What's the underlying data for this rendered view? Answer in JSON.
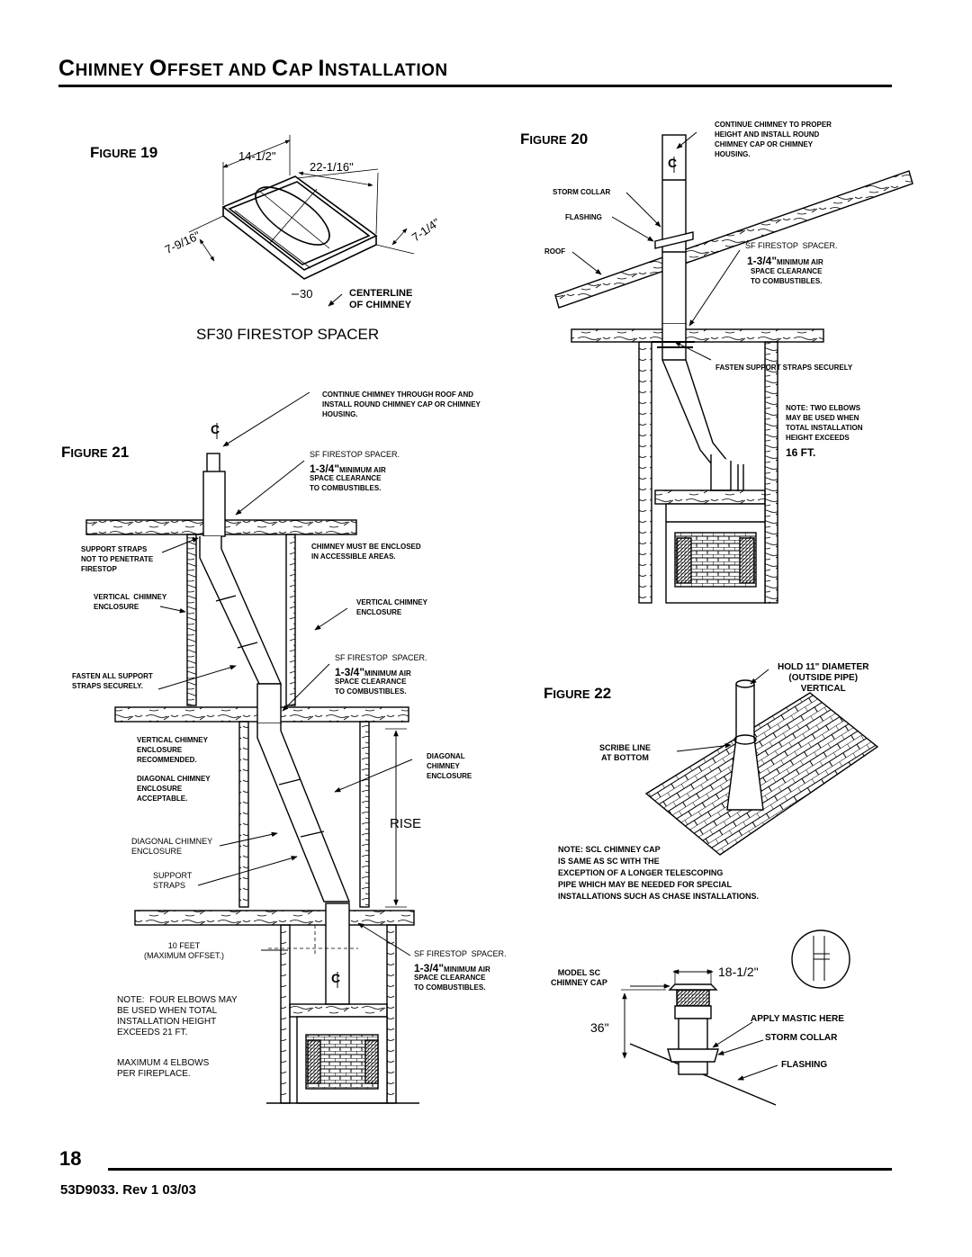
{
  "header": {
    "title_c1": "C",
    "title_r1": "HIMNEY ",
    "title_c2": "O",
    "title_r2": "FFSET AND ",
    "title_c3": "C",
    "title_r3": "AP ",
    "title_c4": "I",
    "title_r4": "NSTALLATION"
  },
  "fig19": {
    "label_f": "F",
    "label_rest": "IGURE",
    "number": "19",
    "dim_a": "14-1/2\"",
    "dim_b": "22-1/16\"",
    "dim_c": "7-9/16\"",
    "dim_d": "7-1/4\"",
    "part": "30",
    "centerline": "CENTERLINE\nOF CHIMNEY",
    "caption": "SF30 FIRESTOP SPACER"
  },
  "fig20": {
    "label_f": "F",
    "label_rest": "IGURE",
    "number": "20",
    "continue": "CONTINUE CHIMNEY TO PROPER\nHEIGHT AND INSTALL ROUND\nCHIMNEY CAP OR CHIMNEY\nHOUSING.",
    "storm_collar": "STORM COLLAR",
    "flashing": "FLASHING",
    "roof": "ROOF",
    "spacer": "SF FIRESTOP  SPACER.",
    "clear_a": "1-3/4\"",
    "clear_b": "MINIMUM AIR",
    "clear_c": "SPACE CLEARANCE\nTO COMBUSTIBLES.",
    "fasten": "FASTEN SUPPORT STRAPS SECURELY",
    "note": "NOTE: TWO ELBOWS\nMAY BE USED WHEN\nTOTAL INSTALLATION\nHEIGHT EXCEEDS",
    "note_h": "16 FT."
  },
  "fig21": {
    "label_f": "F",
    "label_rest": "IGURE",
    "number": "21",
    "continue": "CONTINUE CHIMNEY THROUGH ROOF AND\nINSTALL ROUND CHIMNEY CAP OR CHIMNEY\nHOUSING.",
    "spacer1": "SF FIRESTOP SPACER.",
    "spacer2": "SF FIRESTOP  SPACER.",
    "spacer3": "SF FIRESTOP  SPACER.",
    "clear_a": "1-3/4\"",
    "clear_b": "MINIMUM AIR",
    "clear_c": "SPACE CLEARANCE\nTO COMBUSTIBLES.",
    "support_straps": "SUPPORT STRAPS\nNOT TO PENETRATE\nFIRESTOP",
    "enclosed": "CHIMNEY MUST BE ENCLOSED\nIN ACCESSIBLE AREAS.",
    "vce_left": "VERTICAL  CHIMNEY\nENCLOSURE",
    "vce_right": "VERTICAL CHIMNEY\nENCLOSURE",
    "fasten_all": "FASTEN ALL SUPPORT\nSTRAPS SECURELY.",
    "vce_rec": "VERTICAL CHIMNEY\nENCLOSURE\nRECOMMENDED.",
    "dce_acc": "DIAGONAL CHIMNEY\nENCLOSURE\nACCEPTABLE.",
    "diag_enc": "DIAGONAL\nCHIMNEY\nENCLOSURE",
    "rise": "RISE",
    "diag_enc2": "DIAGONAL CHIMNEY\nENCLOSURE",
    "straps": "SUPPORT\nSTRAPS",
    "offset": "10 FEET\n(MAXIMUM OFFSET.)",
    "note4": "NOTE:  FOUR ELBOWS MAY\nBE USED WHEN TOTAL\nINSTALLATION HEIGHT\nEXCEEDS 21 FT.",
    "max4": "MAXIMUM 4 ELBOWS\nPER FIREPLACE."
  },
  "fig22": {
    "label_f": "F",
    "label_rest": "IGURE",
    "number": "22",
    "hold": "HOLD 11\" DIAMETER\n(OUTSIDE PIPE)\nVERTICAL",
    "scribe": "SCRIBE LINE\nAT BOTTOM",
    "note_scl": "NOTE: SCL CHIMNEY CAP\nIS SAME AS SC WITH THE\nEXCEPTION OF A LONGER TELESCOPING\nPIPE WHICH MAY BE NEEDED FOR SPECIAL\nINSTALLATIONS SUCH AS CHASE INSTALLATIONS.",
    "model": "MODEL SC\nCHIMNEY CAP",
    "dim_w": "18-1/2\"",
    "dim_h": "36\"",
    "mastic": "APPLY MASTIC HERE",
    "storm_collar": "STORM COLLAR",
    "flashing": "FLASHING"
  },
  "footer": {
    "page": "18",
    "doc": "53D9033. Rev 1 03/03"
  }
}
